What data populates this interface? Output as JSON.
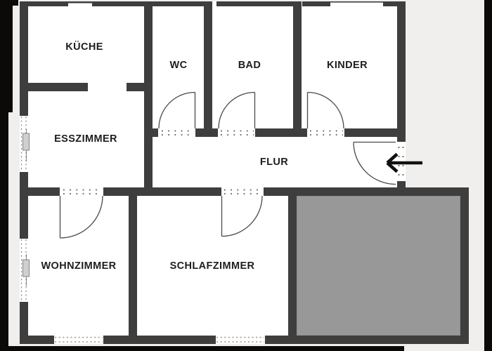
{
  "plan": {
    "type": "apartment-floor-plan",
    "language": "de"
  },
  "rooms": {
    "kueche": {
      "label": "KÜCHE"
    },
    "wc": {
      "label": "WC"
    },
    "bad": {
      "label": "BAD"
    },
    "kinder": {
      "label": "KINDER"
    },
    "esszimmer": {
      "label": "ESSZIMMER"
    },
    "flur": {
      "label": "FLUR"
    },
    "wohnzimmer": {
      "label": "WOHNZIMMER"
    },
    "schlafzimmer": {
      "label": "SCHLAFZIMMER"
    },
    "highlighted_room": {
      "label": ""
    }
  },
  "entrance": {
    "arrow_direction": "left"
  },
  "colors": {
    "wall": "#3e3e3e",
    "room_fill": "#ffffff",
    "background": "#f1efee",
    "highlight_fill": "#989898",
    "door_line": "#4a4a4a",
    "threshold_dots": "#5a5a5a",
    "window_line": "#8a8a8a",
    "arrow": "#101010",
    "photo_edge": "#0c0a08"
  }
}
